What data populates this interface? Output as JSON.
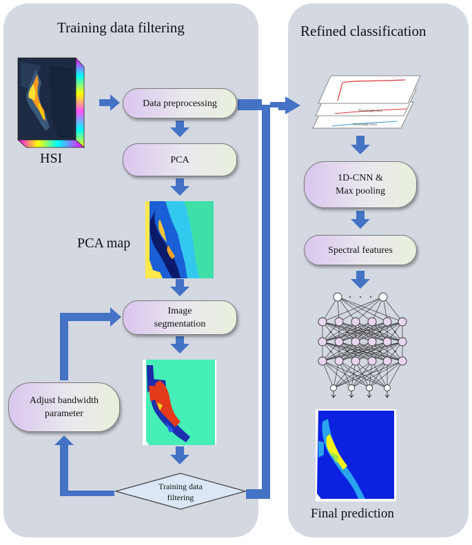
{
  "colors": {
    "panel": "#d3d8e1",
    "arrow": "#4472c4",
    "pill_left": "#d9c6ee",
    "pill_right": "#e8f0dc",
    "diamond": "#dbe7f4"
  },
  "left_panel": {
    "title": "Training data filtering",
    "hsi_label": "HSI",
    "pca_map_label": "PCA map",
    "steps": {
      "preprocessing": "Data preprocessing",
      "pca": "PCA",
      "segmentation": "Image\nsegmentation",
      "adjust": "Adjust bandwidth\nparameter",
      "filtering": "Training data\nfiltering"
    }
  },
  "right_panel": {
    "title": "Refined classification",
    "steps": {
      "cnn": "1D-CNN &\nMax pooling",
      "spectral": "Spectral features"
    },
    "final_label": "Final prediction",
    "spectra_axis_label": "Wavelength (nm)"
  }
}
